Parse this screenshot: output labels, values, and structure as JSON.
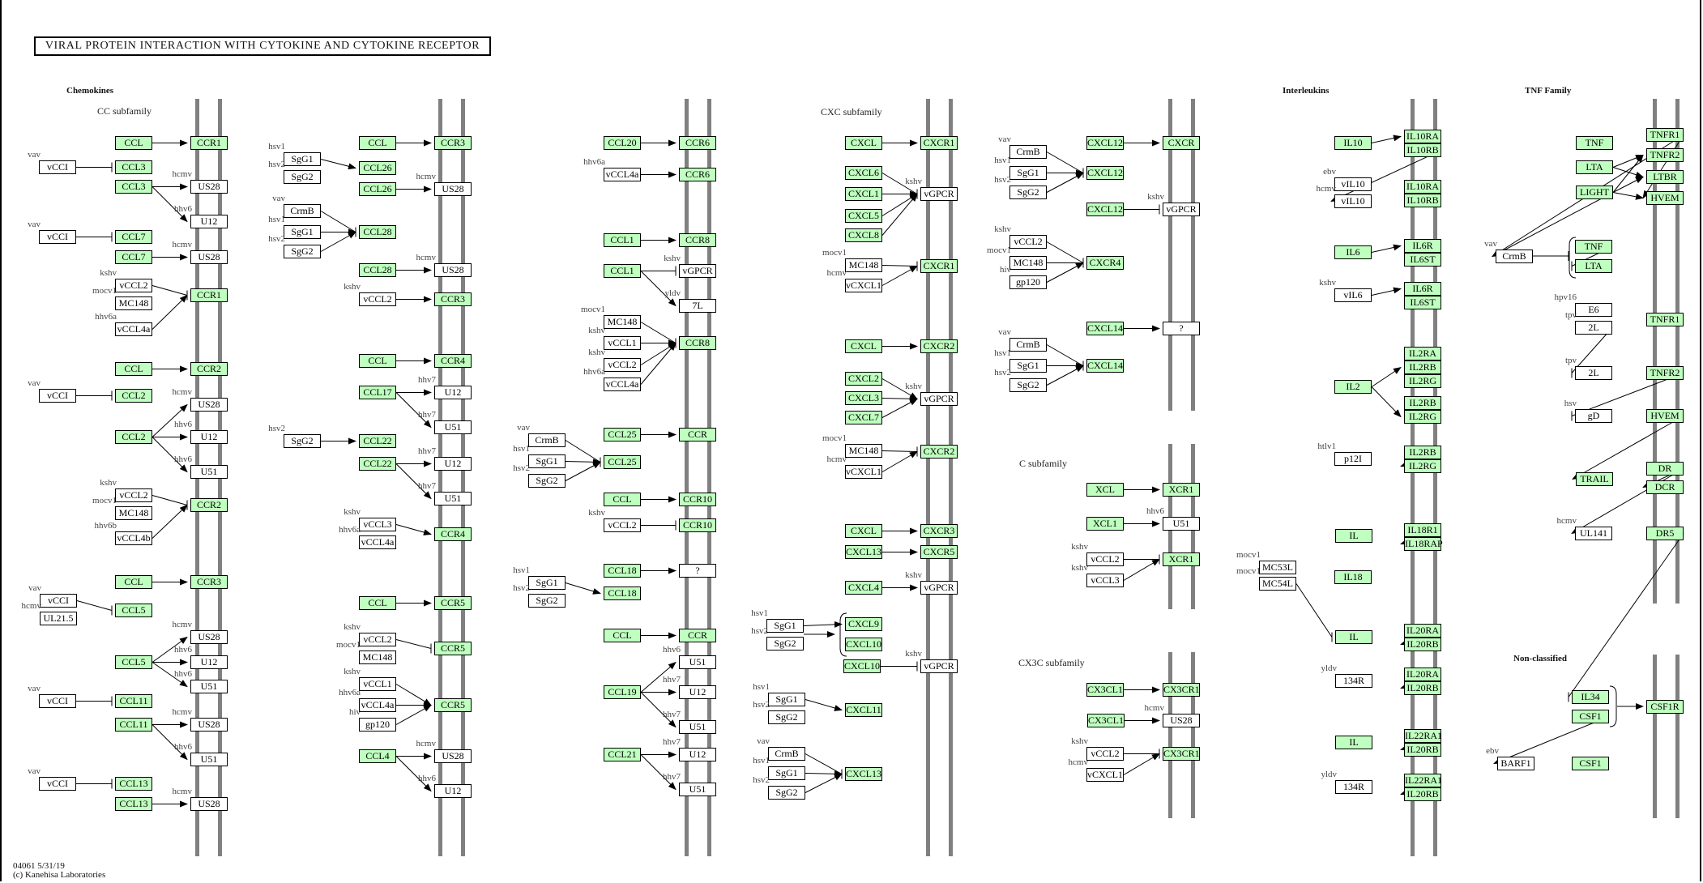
{
  "title": "VIRAL PROTEIN INTERACTION WITH CYTOKINE AND CYTOKINE RECEPTOR",
  "headings": {
    "chemokines": "Chemokines",
    "interleukins": "Interleukins",
    "tnf_family": "TNF Family",
    "non_classified": "Non-classified"
  },
  "subfamilies": {
    "cc": "CC subfamily",
    "cxc": "CXC subfamily",
    "c": "C subfamily",
    "cx3c": "CX3C subfamily"
  },
  "footer": {
    "map_id_date": "04061 5/31/19",
    "copyright": "(c) Kanehisa Laboratories"
  },
  "colors": {
    "human_gene_fill": "#bfffbf",
    "viral_gene_fill": "#ffffff",
    "membrane": "#808080"
  },
  "nodes": [
    {
      "label": "CCL",
      "human": true
    },
    {
      "label": "CCR1",
      "human": true
    },
    {
      "label": "vCCI",
      "human": false,
      "virus": "vav"
    },
    {
      "label": "CCL3",
      "human": true
    },
    {
      "label": "CCL3",
      "human": true
    },
    {
      "label": "US28",
      "human": false,
      "virus": "hcmv"
    },
    {
      "label": "U12",
      "human": false,
      "virus": "hhv6"
    },
    {
      "label": "vCCI",
      "human": false,
      "virus": "vav"
    },
    {
      "label": "CCL7",
      "human": true
    },
    {
      "label": "CCL7",
      "human": true
    },
    {
      "label": "US28",
      "human": false,
      "virus": "hcmv"
    },
    {
      "label": "vCCL2",
      "human": false,
      "virus": "kshv"
    },
    {
      "label": "MC148",
      "human": false,
      "virus": "mocv1"
    },
    {
      "label": "vCCL4a",
      "human": false,
      "virus": "hhv6a"
    },
    {
      "label": "CCR1",
      "human": true
    },
    {
      "label": "CCL",
      "human": true
    },
    {
      "label": "CCR2",
      "human": true
    },
    {
      "label": "vCCI",
      "human": false,
      "virus": "vav"
    },
    {
      "label": "CCL2",
      "human": true
    },
    {
      "label": "CCL2",
      "human": true
    },
    {
      "label": "US28",
      "human": false,
      "virus": "hcmv"
    },
    {
      "label": "U12",
      "human": false,
      "virus": "hhv6"
    },
    {
      "label": "U51",
      "human": false,
      "virus": "hhv6"
    },
    {
      "label": "vCCL2",
      "human": false,
      "virus": "kshv"
    },
    {
      "label": "MC148",
      "human": false,
      "virus": "mocv1"
    },
    {
      "label": "vCCL4b",
      "human": false,
      "virus": "hhv6b"
    },
    {
      "label": "CCR2",
      "human": true
    },
    {
      "label": "CCL",
      "human": true
    },
    {
      "label": "CCR3",
      "human": true
    },
    {
      "label": "vCCI",
      "human": false,
      "virus": "vav"
    },
    {
      "label": "UL21.5",
      "human": false,
      "virus": "hcmv"
    },
    {
      "label": "CCL5",
      "human": true
    },
    {
      "label": "CCL5",
      "human": true
    },
    {
      "label": "US28",
      "human": false,
      "virus": "hcmv"
    },
    {
      "label": "U12",
      "human": false,
      "virus": "hhv6"
    },
    {
      "label": "U51",
      "human": false,
      "virus": "hhv6"
    },
    {
      "label": "vCCI",
      "human": false,
      "virus": "vav"
    },
    {
      "label": "CCL11",
      "human": true
    },
    {
      "label": "CCL11",
      "human": true
    },
    {
      "label": "US28",
      "human": false,
      "virus": "hcmv"
    },
    {
      "label": "U51",
      "human": false,
      "virus": "hhv6"
    },
    {
      "label": "vCCI",
      "human": false,
      "virus": "vav"
    },
    {
      "label": "CCL13",
      "human": true
    },
    {
      "label": "CCL13",
      "human": true
    },
    {
      "label": "US28",
      "human": false,
      "virus": "hcmv"
    },
    {
      "label": "CCL",
      "human": true
    },
    {
      "label": "CCR3",
      "human": true
    },
    {
      "label": "SgG1",
      "human": false,
      "virus": "hsv1"
    },
    {
      "label": "SgG2",
      "human": false,
      "virus": "hsv2"
    },
    {
      "label": "CCL26",
      "human": true
    },
    {
      "label": "CCL26",
      "human": true
    },
    {
      "label": "US28",
      "human": false,
      "virus": "hcmv"
    },
    {
      "label": "CrmB",
      "human": false,
      "virus": "vav"
    },
    {
      "label": "SgG1",
      "human": false,
      "virus": "hsv1"
    },
    {
      "label": "SgG2",
      "human": false,
      "virus": "hsv2"
    },
    {
      "label": "CCL28",
      "human": true
    },
    {
      "label": "CCL28",
      "human": true
    },
    {
      "label": "US28",
      "human": false,
      "virus": "hcmv"
    },
    {
      "label": "vCCL2",
      "human": false,
      "virus": "kshv"
    },
    {
      "label": "CCR3",
      "human": true
    },
    {
      "label": "CCL",
      "human": true
    },
    {
      "label": "CCR4",
      "human": true
    },
    {
      "label": "CCL17",
      "human": true
    },
    {
      "label": "U12",
      "human": false,
      "virus": "hhv7"
    },
    {
      "label": "U51",
      "human": false,
      "virus": "hhv7"
    },
    {
      "label": "SgG2",
      "human": false,
      "virus": "hsv2"
    },
    {
      "label": "CCL22",
      "human": true
    },
    {
      "label": "CCL22",
      "human": true
    },
    {
      "label": "U12",
      "human": false,
      "virus": "hhv7"
    },
    {
      "label": "U51",
      "human": false,
      "virus": "hhv7"
    },
    {
      "label": "vCCL3",
      "human": false,
      "virus": "kshv"
    },
    {
      "label": "vCCL4a",
      "human": false,
      "virus": "hhv6a"
    },
    {
      "label": "CCR4",
      "human": true
    },
    {
      "label": "CCL",
      "human": true
    },
    {
      "label": "CCR5",
      "human": true
    },
    {
      "label": "vCCL2",
      "human": false,
      "virus": "kshv"
    },
    {
      "label": "MC148",
      "human": false,
      "virus": "mocv1"
    },
    {
      "label": "CCR5",
      "human": true
    },
    {
      "label": "vCCL1",
      "human": false,
      "virus": "kshv"
    },
    {
      "label": "vCCL4a",
      "human": false,
      "virus": "hhv6a"
    },
    {
      "label": "gp120",
      "human": false,
      "virus": "hiv"
    },
    {
      "label": "CCR5",
      "human": true
    },
    {
      "label": "CCL4",
      "human": true
    },
    {
      "label": "US28",
      "human": false,
      "virus": "hcmv"
    },
    {
      "label": "U12",
      "human": false,
      "virus": "hhv6"
    },
    {
      "label": "CCL20",
      "human": true
    },
    {
      "label": "CCR6",
      "human": true
    },
    {
      "label": "vCCL4a",
      "human": false,
      "virus": "hhv6a"
    },
    {
      "label": "CCR6",
      "human": true
    },
    {
      "label": "CCL1",
      "human": true
    },
    {
      "label": "CCR8",
      "human": true
    },
    {
      "label": "CCL1",
      "human": true
    },
    {
      "label": "vGPCR",
      "human": false,
      "virus": "kshv"
    },
    {
      "label": "7L",
      "human": false,
      "virus": "yldv"
    },
    {
      "label": "MC148",
      "human": false,
      "virus": "mocv1"
    },
    {
      "label": "vCCL1",
      "human": false,
      "virus": "kshv"
    },
    {
      "label": "vCCL2",
      "human": false,
      "virus": "kshv"
    },
    {
      "label": "vCCL4a",
      "human": false,
      "virus": "hhv6a"
    },
    {
      "label": "CCR8",
      "human": true
    },
    {
      "label": "CCL25",
      "human": true
    },
    {
      "label": "CCR",
      "human": true
    },
    {
      "label": "CrmB",
      "human": false,
      "virus": "vav"
    },
    {
      "label": "SgG1",
      "human": false,
      "virus": "hsv1"
    },
    {
      "label": "SgG2",
      "human": false,
      "virus": "hsv2"
    },
    {
      "label": "CCL25",
      "human": true
    },
    {
      "label": "CCL",
      "human": true
    },
    {
      "label": "CCR10",
      "human": true
    },
    {
      "label": "vCCL2",
      "human": false,
      "virus": "kshv"
    },
    {
      "label": "CCR10",
      "human": true
    },
    {
      "label": "CCL18",
      "human": true
    },
    {
      "label": "?",
      "human": false
    },
    {
      "label": "SgG1",
      "human": false,
      "virus": "hsv1"
    },
    {
      "label": "SgG2",
      "human": false,
      "virus": "hsv2"
    },
    {
      "label": "CCL18",
      "human": true
    },
    {
      "label": "CCL",
      "human": true
    },
    {
      "label": "CCR",
      "human": true
    },
    {
      "label": "CCL19",
      "human": true
    },
    {
      "label": "U51",
      "human": false,
      "virus": "hhv6"
    },
    {
      "label": "U12",
      "human": false,
      "virus": "hhv7"
    },
    {
      "label": "U51",
      "human": false,
      "virus": "hhv7"
    },
    {
      "label": "CCL21",
      "human": true
    },
    {
      "label": "U12",
      "human": false,
      "virus": "hhv7"
    },
    {
      "label": "U51",
      "human": false,
      "virus": "hhv7"
    },
    {
      "label": "CXCL",
      "human": true
    },
    {
      "label": "CXCR1",
      "human": true
    },
    {
      "label": "CXCL6",
      "human": true
    },
    {
      "label": "CXCL1",
      "human": true
    },
    {
      "label": "CXCL5",
      "human": true
    },
    {
      "label": "CXCL8",
      "human": true
    },
    {
      "label": "vGPCR",
      "human": false,
      "virus": "kshv"
    },
    {
      "label": "MC148",
      "human": false,
      "virus": "mocv1"
    },
    {
      "label": "vCXCL1",
      "human": false,
      "virus": "hcmv"
    },
    {
      "label": "CXCR1",
      "human": true
    },
    {
      "label": "CXCL",
      "human": true
    },
    {
      "label": "CXCR2",
      "human": true
    },
    {
      "label": "CXCL2",
      "human": true
    },
    {
      "label": "CXCL3",
      "human": true
    },
    {
      "label": "CXCL7",
      "human": true
    },
    {
      "label": "vGPCR",
      "human": false,
      "virus": "kshv"
    },
    {
      "label": "MC148",
      "human": false,
      "virus": "mocv1"
    },
    {
      "label": "vCXCL1",
      "human": false,
      "virus": "hcmv"
    },
    {
      "label": "CXCR2",
      "human": true
    },
    {
      "label": "CXCL",
      "human": true
    },
    {
      "label": "CXCR3",
      "human": true
    },
    {
      "label": "CXCL13",
      "human": true
    },
    {
      "label": "CXCR5",
      "human": true
    },
    {
      "label": "CXCL4",
      "human": true
    },
    {
      "label": "vGPCR",
      "human": false,
      "virus": "kshv"
    },
    {
      "label": "SgG1",
      "human": false,
      "virus": "hsv1"
    },
    {
      "label": "SgG2",
      "human": false,
      "virus": "hsv2"
    },
    {
      "label": "CXCL9",
      "human": true
    },
    {
      "label": "CXCL10",
      "human": true
    },
    {
      "label": "CXCL10",
      "human": true
    },
    {
      "label": "vGPCR",
      "human": false,
      "virus": "kshv"
    },
    {
      "label": "SgG1",
      "human": false,
      "virus": "hsv1"
    },
    {
      "label": "SgG2",
      "human": false,
      "virus": "hsv2"
    },
    {
      "label": "CXCL11",
      "human": true
    },
    {
      "label": "CrmB",
      "human": false,
      "virus": "vav"
    },
    {
      "label": "SgG1",
      "human": false,
      "virus": "hsv1"
    },
    {
      "label": "SgG2",
      "human": false,
      "virus": "hsv2"
    },
    {
      "label": "CXCL13",
      "human": true
    },
    {
      "label": "CXCL12",
      "human": true
    },
    {
      "label": "CXCR",
      "human": true
    },
    {
      "label": "CrmB",
      "human": false,
      "virus": "vav"
    },
    {
      "label": "SgG1",
      "human": false,
      "virus": "hsv1"
    },
    {
      "label": "SgG2",
      "human": false,
      "virus": "hsv2"
    },
    {
      "label": "CXCL12",
      "human": true
    },
    {
      "label": "CXCL12",
      "human": true
    },
    {
      "label": "vGPCR",
      "human": false,
      "virus": "kshv"
    },
    {
      "label": "vCCL2",
      "human": false,
      "virus": "kshv"
    },
    {
      "label": "MC148",
      "human": false,
      "virus": "mocv1"
    },
    {
      "label": "gp120",
      "human": false,
      "virus": "hiv"
    },
    {
      "label": "CXCR4",
      "human": true
    },
    {
      "label": "CXCL14",
      "human": true
    },
    {
      "label": "?",
      "human": false
    },
    {
      "label": "CrmB",
      "human": false,
      "virus": "vav"
    },
    {
      "label": "SgG1",
      "human": false,
      "virus": "hsv1"
    },
    {
      "label": "SgG2",
      "human": false,
      "virus": "hsv2"
    },
    {
      "label": "CXCL14",
      "human": true
    },
    {
      "label": "XCL",
      "human": true
    },
    {
      "label": "XCR1",
      "human": true
    },
    {
      "label": "XCL1",
      "human": true
    },
    {
      "label": "U51",
      "human": false,
      "virus": "hhv6"
    },
    {
      "label": "vCCL2",
      "human": false,
      "virus": "kshv"
    },
    {
      "label": "vCCL3",
      "human": false,
      "virus": "kshv"
    },
    {
      "label": "XCR1",
      "human": true
    },
    {
      "label": "CX3CL1",
      "human": true
    },
    {
      "label": "CX3CR1",
      "human": true
    },
    {
      "label": "CX3CL1",
      "human": true
    },
    {
      "label": "US28",
      "human": false,
      "virus": "hcmv"
    },
    {
      "label": "vCCL2",
      "human": false,
      "virus": "kshv"
    },
    {
      "label": "vCXCL1",
      "human": false,
      "virus": "hcmv"
    },
    {
      "label": "CX3CR1",
      "human": true
    },
    {
      "label": "IL10",
      "human": true
    },
    {
      "label": "IL10RA",
      "human": true
    },
    {
      "label": "IL10RB",
      "human": true
    },
    {
      "label": "vIL10",
      "human": false,
      "virus": "ebv"
    },
    {
      "label": "vIL10",
      "human": false,
      "virus": "hcmv"
    },
    {
      "label": "IL10RA",
      "human": true
    },
    {
      "label": "IL10RB",
      "human": true
    },
    {
      "label": "IL6",
      "human": true
    },
    {
      "label": "IL6R",
      "human": true
    },
    {
      "label": "IL6ST",
      "human": true
    },
    {
      "label": "vIL6",
      "human": false,
      "virus": "kshv"
    },
    {
      "label": "IL6R",
      "human": true
    },
    {
      "label": "IL6ST",
      "human": true
    },
    {
      "label": "IL2",
      "human": true
    },
    {
      "label": "IL2RA",
      "human": true
    },
    {
      "label": "IL2RB",
      "human": true
    },
    {
      "label": "IL2RG",
      "human": true
    },
    {
      "label": "IL2RB",
      "human": true
    },
    {
      "label": "IL2RG",
      "human": true
    },
    {
      "label": "p12I",
      "human": false,
      "virus": "htlv1"
    },
    {
      "label": "IL2RB",
      "human": true
    },
    {
      "label": "IL2RG",
      "human": true
    },
    {
      "label": "IL",
      "human": true
    },
    {
      "label": "IL18R1",
      "human": true
    },
    {
      "label": "IL18RAP",
      "human": true
    },
    {
      "label": "MC53L",
      "human": false,
      "virus": "mocv1"
    },
    {
      "label": "MC54L",
      "human": false,
      "virus": "mocv1"
    },
    {
      "label": "IL18",
      "human": true
    },
    {
      "label": "IL",
      "human": true
    },
    {
      "label": "IL20RA",
      "human": true
    },
    {
      "label": "IL20RB",
      "human": true
    },
    {
      "label": "134R",
      "human": false,
      "virus": "yldv"
    },
    {
      "label": "IL20RA",
      "human": true
    },
    {
      "label": "IL20RB",
      "human": true
    },
    {
      "label": "IL",
      "human": true
    },
    {
      "label": "IL22RA1",
      "human": true
    },
    {
      "label": "IL20RB",
      "human": true
    },
    {
      "label": "134R",
      "human": false,
      "virus": "yldv"
    },
    {
      "label": "IL22RA1",
      "human": true
    },
    {
      "label": "IL20RB",
      "human": true
    },
    {
      "label": "TNF",
      "human": true
    },
    {
      "label": "LTA",
      "human": true
    },
    {
      "label": "LIGHT",
      "human": true
    },
    {
      "label": "TNFR1",
      "human": true
    },
    {
      "label": "TNFR2",
      "human": true
    },
    {
      "label": "LTBR",
      "human": true
    },
    {
      "label": "HVEM",
      "human": true
    },
    {
      "label": "CrmB",
      "human": false,
      "virus": "vav"
    },
    {
      "label": "TNF",
      "human": true
    },
    {
      "label": "LTA",
      "human": true
    },
    {
      "label": "E6",
      "human": false,
      "virus": "hpv16"
    },
    {
      "label": "2L",
      "human": false,
      "virus": "tpv"
    },
    {
      "label": "TNFR1",
      "human": true
    },
    {
      "label": "2L",
      "human": false,
      "virus": "tpv"
    },
    {
      "label": "TNFR2",
      "human": true
    },
    {
      "label": "gD",
      "human": false,
      "virus": "hsv"
    },
    {
      "label": "HVEM",
      "human": true
    },
    {
      "label": "TRAIL",
      "human": true
    },
    {
      "label": "DR",
      "human": true
    },
    {
      "label": "DCR",
      "human": true
    },
    {
      "label": "UL141",
      "human": false,
      "virus": "hcmv"
    },
    {
      "label": "DR5",
      "human": true
    },
    {
      "label": "IL34",
      "human": true
    },
    {
      "label": "CSF1",
      "human": true
    },
    {
      "label": "CSF1R",
      "human": true
    },
    {
      "label": "BARF1",
      "human": false,
      "virus": "ebv"
    },
    {
      "label": "CSF1",
      "human": true
    }
  ]
}
